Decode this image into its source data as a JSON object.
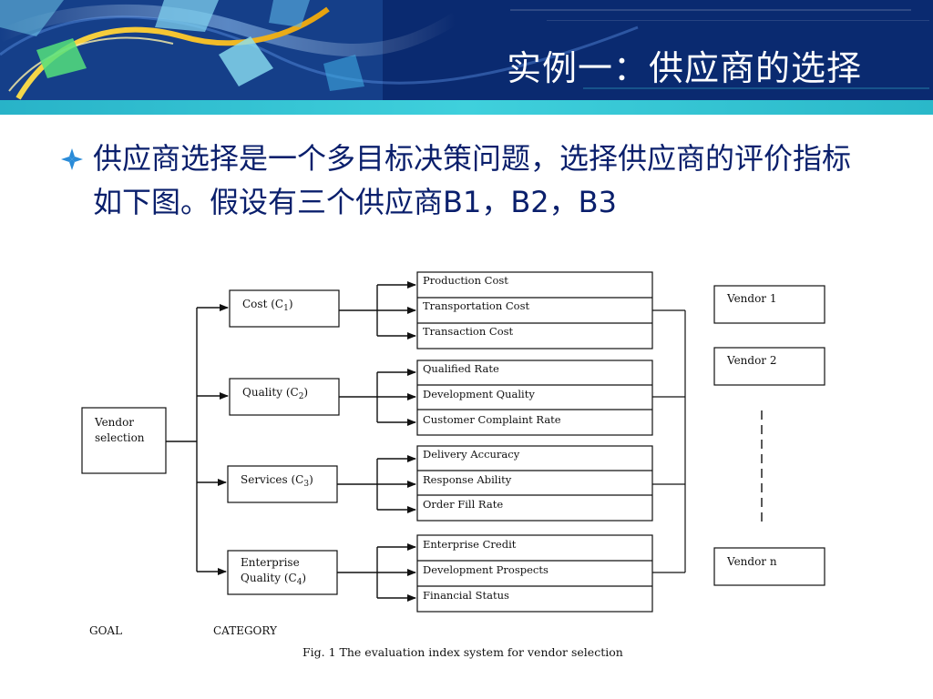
{
  "slide": {
    "title": "实例一：供应商的选择",
    "bullet": "供应商选择是一个多目标决策问题，选择供应商的评价指标如下图。假设有三个供应商B1，B2，B3"
  },
  "diagram": {
    "goal": {
      "line1": "Vendor",
      "line2": "selection"
    },
    "categories": [
      {
        "prefix": "Cost (C",
        "sub": "1",
        "suffix": ")",
        "items": [
          "Production Cost",
          "Transportation Cost",
          "Transaction Cost"
        ]
      },
      {
        "prefix": "Quality (C",
        "sub": "2",
        "suffix": ")",
        "items": [
          "Qualified Rate",
          "Development Quality",
          "Customer Complaint Rate"
        ]
      },
      {
        "prefix": "Services (C",
        "sub": "3",
        "suffix": ")",
        "items": [
          "Delivery Accuracy",
          "Response Ability",
          "Order Fill Rate"
        ]
      },
      {
        "line1": "Enterprise",
        "prefix": "Quality (C",
        "sub": "4",
        "suffix": ")",
        "items": [
          "Enterprise Credit",
          "Development Prospects",
          "Financial Status"
        ]
      }
    ],
    "vendors": [
      "Vendor 1",
      "Vendor 2",
      "Vendor n"
    ],
    "labels": {
      "goal": "GOAL",
      "category": "CATEGORY"
    },
    "caption": "Fig. 1 The evaluation index system for vendor selection"
  },
  "colors": {
    "banner_dark": "#0a2468",
    "banner_teal": "#3fd0dc",
    "bullet_text": "#0a1f6c",
    "bullet_icon": "#2a8bd8"
  }
}
